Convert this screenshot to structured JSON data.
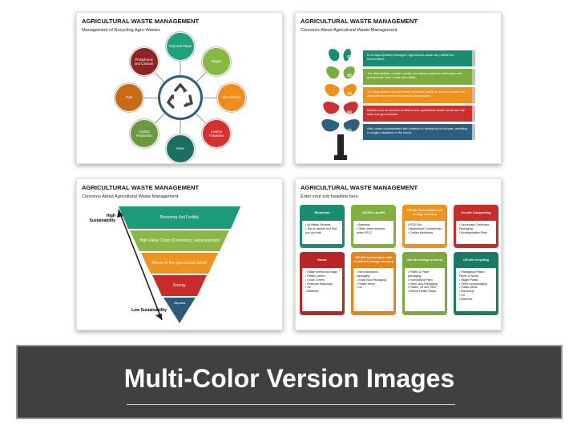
{
  "slide1": {
    "title": "AGRICULTURAL WASTE MANAGEMENT",
    "subtitle": "Management of Recycling Agro-Wastes",
    "nodes": [
      {
        "label": "Pulp and Paper",
        "color": "#1fa17e"
      },
      {
        "label": "Biogas",
        "color": "#88b844"
      },
      {
        "label": "Bio-Fertilizer",
        "color": "#f28c1a"
      },
      {
        "label": "Leather Industries",
        "color": "#d63131"
      },
      {
        "label": "Meat",
        "color": "#1b6f60"
      },
      {
        "label": "Alcohol Production",
        "color": "#6b9a3e"
      },
      {
        "label": "Fuel",
        "color": "#c86b16"
      },
      {
        "label": "Phosphorus and Calcium",
        "color": "#8e2424"
      }
    ]
  },
  "slide2": {
    "title": "AGRICULTURAL WASTE MANAGEMENT",
    "subtitle": "Concerns About Agricultural Waste Management",
    "rows": [
      {
        "num": "01",
        "text": "If not appropriately managed, agricultural waste can pollute the environment.",
        "color": "#1a8c70"
      },
      {
        "num": "02",
        "text": "The degradation of water quality can impact adjacent waterways and groundwater both onsite and offsite.",
        "color": "#7cac3f"
      },
      {
        "num": "03",
        "text": "The degradation reduces these resources' ability to support aquatic life and water for human and animal consumption.",
        "color": "#f0901d"
      },
      {
        "num": "04",
        "text": "Nitrates can be found in fertilizers and agricultural waste runoff and can seep into groundwater.",
        "color": "#cc2f2f"
      },
      {
        "num": "05",
        "text": "Well, water contaminated with nitrates is hazardous to humans, resulting in oxygen depletion in the blood.",
        "color": "#2e5f7e"
      }
    ]
  },
  "slide3": {
    "title": "AGRICULTURAL WASTE MANAGEMENT",
    "subtitle": "Concerns About Agricultural Waste Management",
    "high_label": "High Sustainability",
    "low_label": "Low Sustainability",
    "tiers": [
      {
        "label": "Restoring Soil Fertility",
        "color": "#1c9a7a"
      },
      {
        "label": "High-Value Chain (Cosmetics, nutraceuticals)",
        "color": "#8ab64a"
      },
      {
        "label": "Reuse in the agricultural sector",
        "color": "#f0921e"
      },
      {
        "label": "Energy",
        "color": "#c92b2b"
      },
      {
        "label": "Disposal",
        "color": "#2d5b76"
      }
    ]
  },
  "slide4": {
    "title": "AGRICULTURAL WASTE MANAGEMENT",
    "subtitle": "Enter your sub headline here",
    "cards": [
      {
        "title": "Reduction",
        "color": "#1a8c70",
        "items": [
          "All Waste Streams",
          "This is sample text that you can edit."
        ]
      },
      {
        "title": "Off-Site Landfill",
        "color": "#80b040",
        "items": [
          "Asbestos",
          "Other waste streams when EPC2"
        ]
      },
      {
        "title": "Off-Site Incineration w/o energy recovery",
        "color": "#f0921e",
        "items": [
          "PCB Oils",
          "Agricultural Concentrates",
          "Certain Medicines"
        ]
      },
      {
        "title": "On-site Composting",
        "color": "#c92b2b",
        "items": [
          "Secondary Cardboard Packaging",
          "Biodegradable Films"
        ]
      },
      {
        "title": "Reuse",
        "color": "#b82525",
        "items": [
          "Silage sheets and bags",
          "Plastic covers",
          "Crops Covers",
          "Pesticide Washings",
          "Oil",
          "Batteries"
        ]
      },
      {
        "title": "Off-Site Incineration with or without energy recovery",
        "color": "#e8831a",
        "items": [
          "Non-hazardous packaging",
          "Small Non-Packaging",
          "Plastic Items",
          "Oil"
        ]
      },
      {
        "title": "Off-site energy recovery",
        "color": "#7aa93d",
        "items": [
          "Plastic & Paper packaging",
          "Horticultural Films",
          "Other Non-Packaging",
          "Plastic, Oil and Tires",
          "Animal Health Waste"
        ]
      },
      {
        "title": "Off-site recycling",
        "color": "#1a7a64",
        "items": [
          "Packaging (Plastic, Paper & Wood)",
          "Silage Plastic",
          "Other nonpackaging",
          "Plastic items",
          "Machinery",
          "Oil",
          "Batteries"
        ]
      }
    ]
  },
  "banner": {
    "text": "Multi-Color Version Images"
  }
}
